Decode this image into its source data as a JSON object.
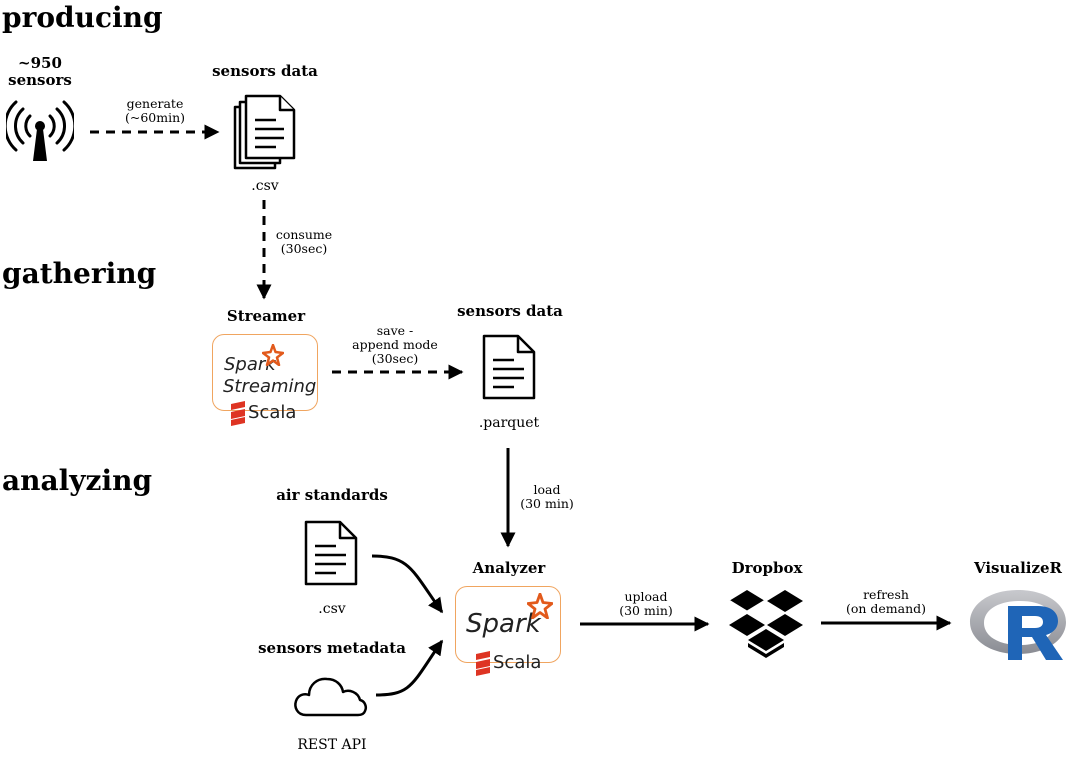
{
  "sections": {
    "producing": "producing",
    "gathering": "gathering",
    "analyzing": "analyzing"
  },
  "nodes": {
    "sensors": {
      "title": "~950\nsensors",
      "icon": "antenna-icon"
    },
    "sensors_data_csv": {
      "title": "sensors data",
      "caption": ".csv",
      "icon": "documents-icon"
    },
    "streamer": {
      "title": "Streamer",
      "logo_top": "Spark",
      "logo_middle": "Streaming",
      "logo_bottom": "Scala"
    },
    "sensors_data_parquet": {
      "title": "sensors data",
      "caption": ".parquet",
      "icon": "document-icon"
    },
    "air_standards": {
      "title": "air standards",
      "caption": ".csv",
      "icon": "document-icon"
    },
    "sensors_metadata": {
      "title": "sensors metadata",
      "caption": "REST API",
      "icon": "cloud-icon"
    },
    "analyzer": {
      "title": "Analyzer",
      "logo_top": "Spark",
      "logo_bottom": "Scala"
    },
    "dropbox": {
      "title": "Dropbox",
      "icon": "dropbox-icon"
    },
    "visualizer": {
      "title": "VisualizeR",
      "icon": "r-logo-icon"
    }
  },
  "edges": {
    "generate": "generate\n(~60min)",
    "consume": "consume\n(30sec)",
    "save": "save -\nappend mode\n(30sec)",
    "load": "load\n(30 min)",
    "upload": "upload\n(30 min)",
    "refresh": "refresh\n(on demand)"
  },
  "colors": {
    "box_border": "#f0a560",
    "spark_orange": "#e25a1c",
    "scala_red": "#de3423",
    "r_blue": "#1f65b7",
    "r_gray": "#9a9ca3"
  }
}
